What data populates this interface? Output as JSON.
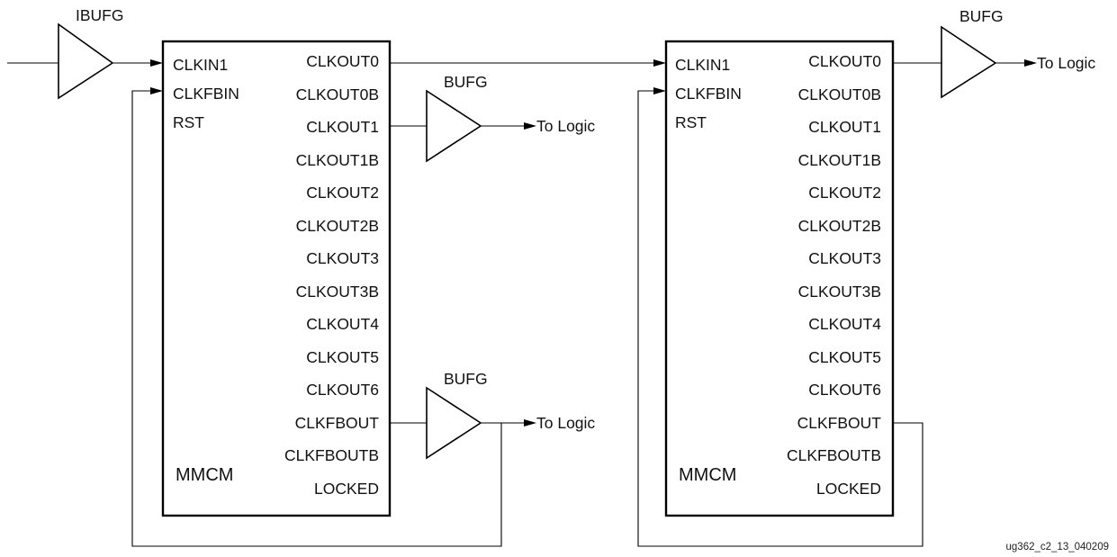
{
  "mmcm_left": {
    "name": "MMCM",
    "inputs": [
      "CLKIN1",
      "CLKFBIN",
      "RST"
    ],
    "outputs": [
      "CLKOUT0",
      "CLKOUT0B",
      "CLKOUT1",
      "CLKOUT1B",
      "CLKOUT2",
      "CLKOUT2B",
      "CLKOUT3",
      "CLKOUT3B",
      "CLKOUT4",
      "CLKOUT5",
      "CLKOUT6",
      "CLKFBOUT",
      "CLKFBOUTB",
      "LOCKED"
    ]
  },
  "mmcm_right": {
    "name": "MMCM",
    "inputs": [
      "CLKIN1",
      "CLKFBIN",
      "RST"
    ],
    "outputs": [
      "CLKOUT0",
      "CLKOUT0B",
      "CLKOUT1",
      "CLKOUT1B",
      "CLKOUT2",
      "CLKOUT2B",
      "CLKOUT3",
      "CLKOUT3B",
      "CLKOUT4",
      "CLKOUT5",
      "CLKOUT6",
      "CLKFBOUT",
      "CLKFBOUTB",
      "LOCKED"
    ]
  },
  "buffers": {
    "ibufg": "IBUFG",
    "bufg_clkout1": "BUFG",
    "bufg_feedback": "BUFG",
    "bufg_right_out": "BUFG"
  },
  "destinations": {
    "clkout1_dest": "To Logic",
    "feedback_dest": "To Logic",
    "right_out_dest": "To Logic"
  },
  "figure_id": "ug362_c2_13_040209"
}
